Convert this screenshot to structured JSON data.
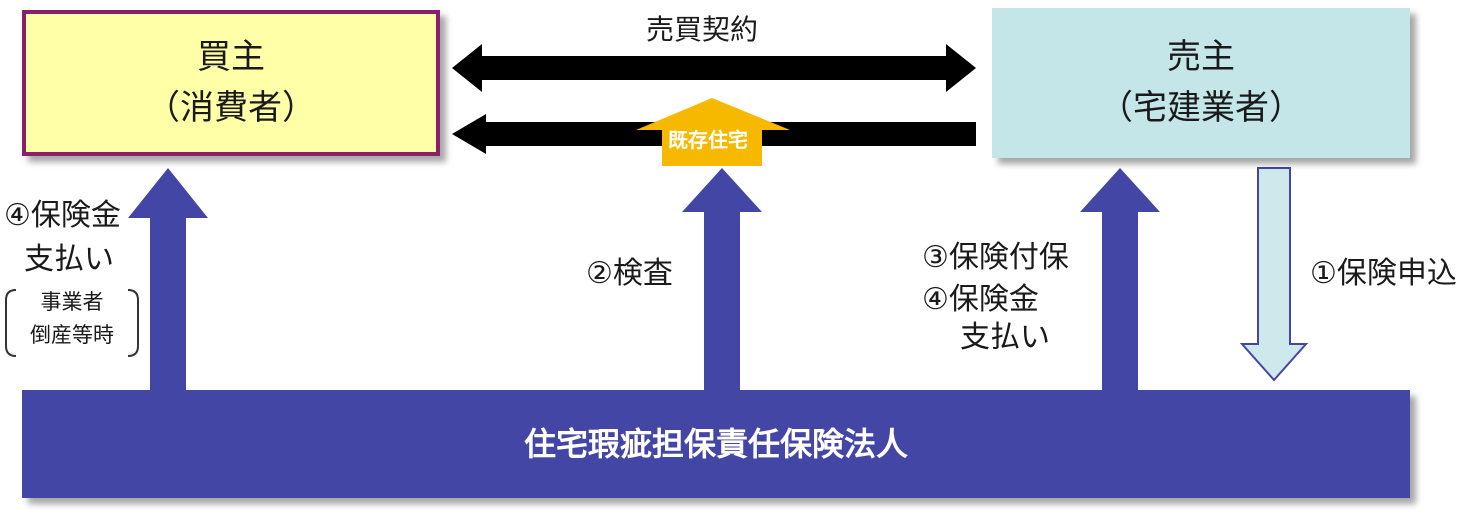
{
  "buyer": {
    "line1": "買主",
    "line2": "（消費者）"
  },
  "seller": {
    "line1": "売主",
    "line2": "（宅建業者）"
  },
  "insurer": {
    "label": "住宅瑕疵担保責任保険法人"
  },
  "contract_label": "売買契約",
  "house_label": "既存住宅",
  "flows": {
    "payout_buyer": {
      "line1": "④保険金",
      "line2": "支払い",
      "note1": "事業者",
      "note2": "倒産等時"
    },
    "inspection": {
      "label": "②検査"
    },
    "seller_flow": {
      "line1": "③保険付保",
      "line2": "④保険金",
      "line3": "支払い"
    },
    "application": {
      "label": "①保険申込"
    }
  },
  "colors": {
    "arrow_blue": "#4446a6",
    "house_arrow": "#f7b800",
    "application_arrow": "#cde9ec"
  }
}
